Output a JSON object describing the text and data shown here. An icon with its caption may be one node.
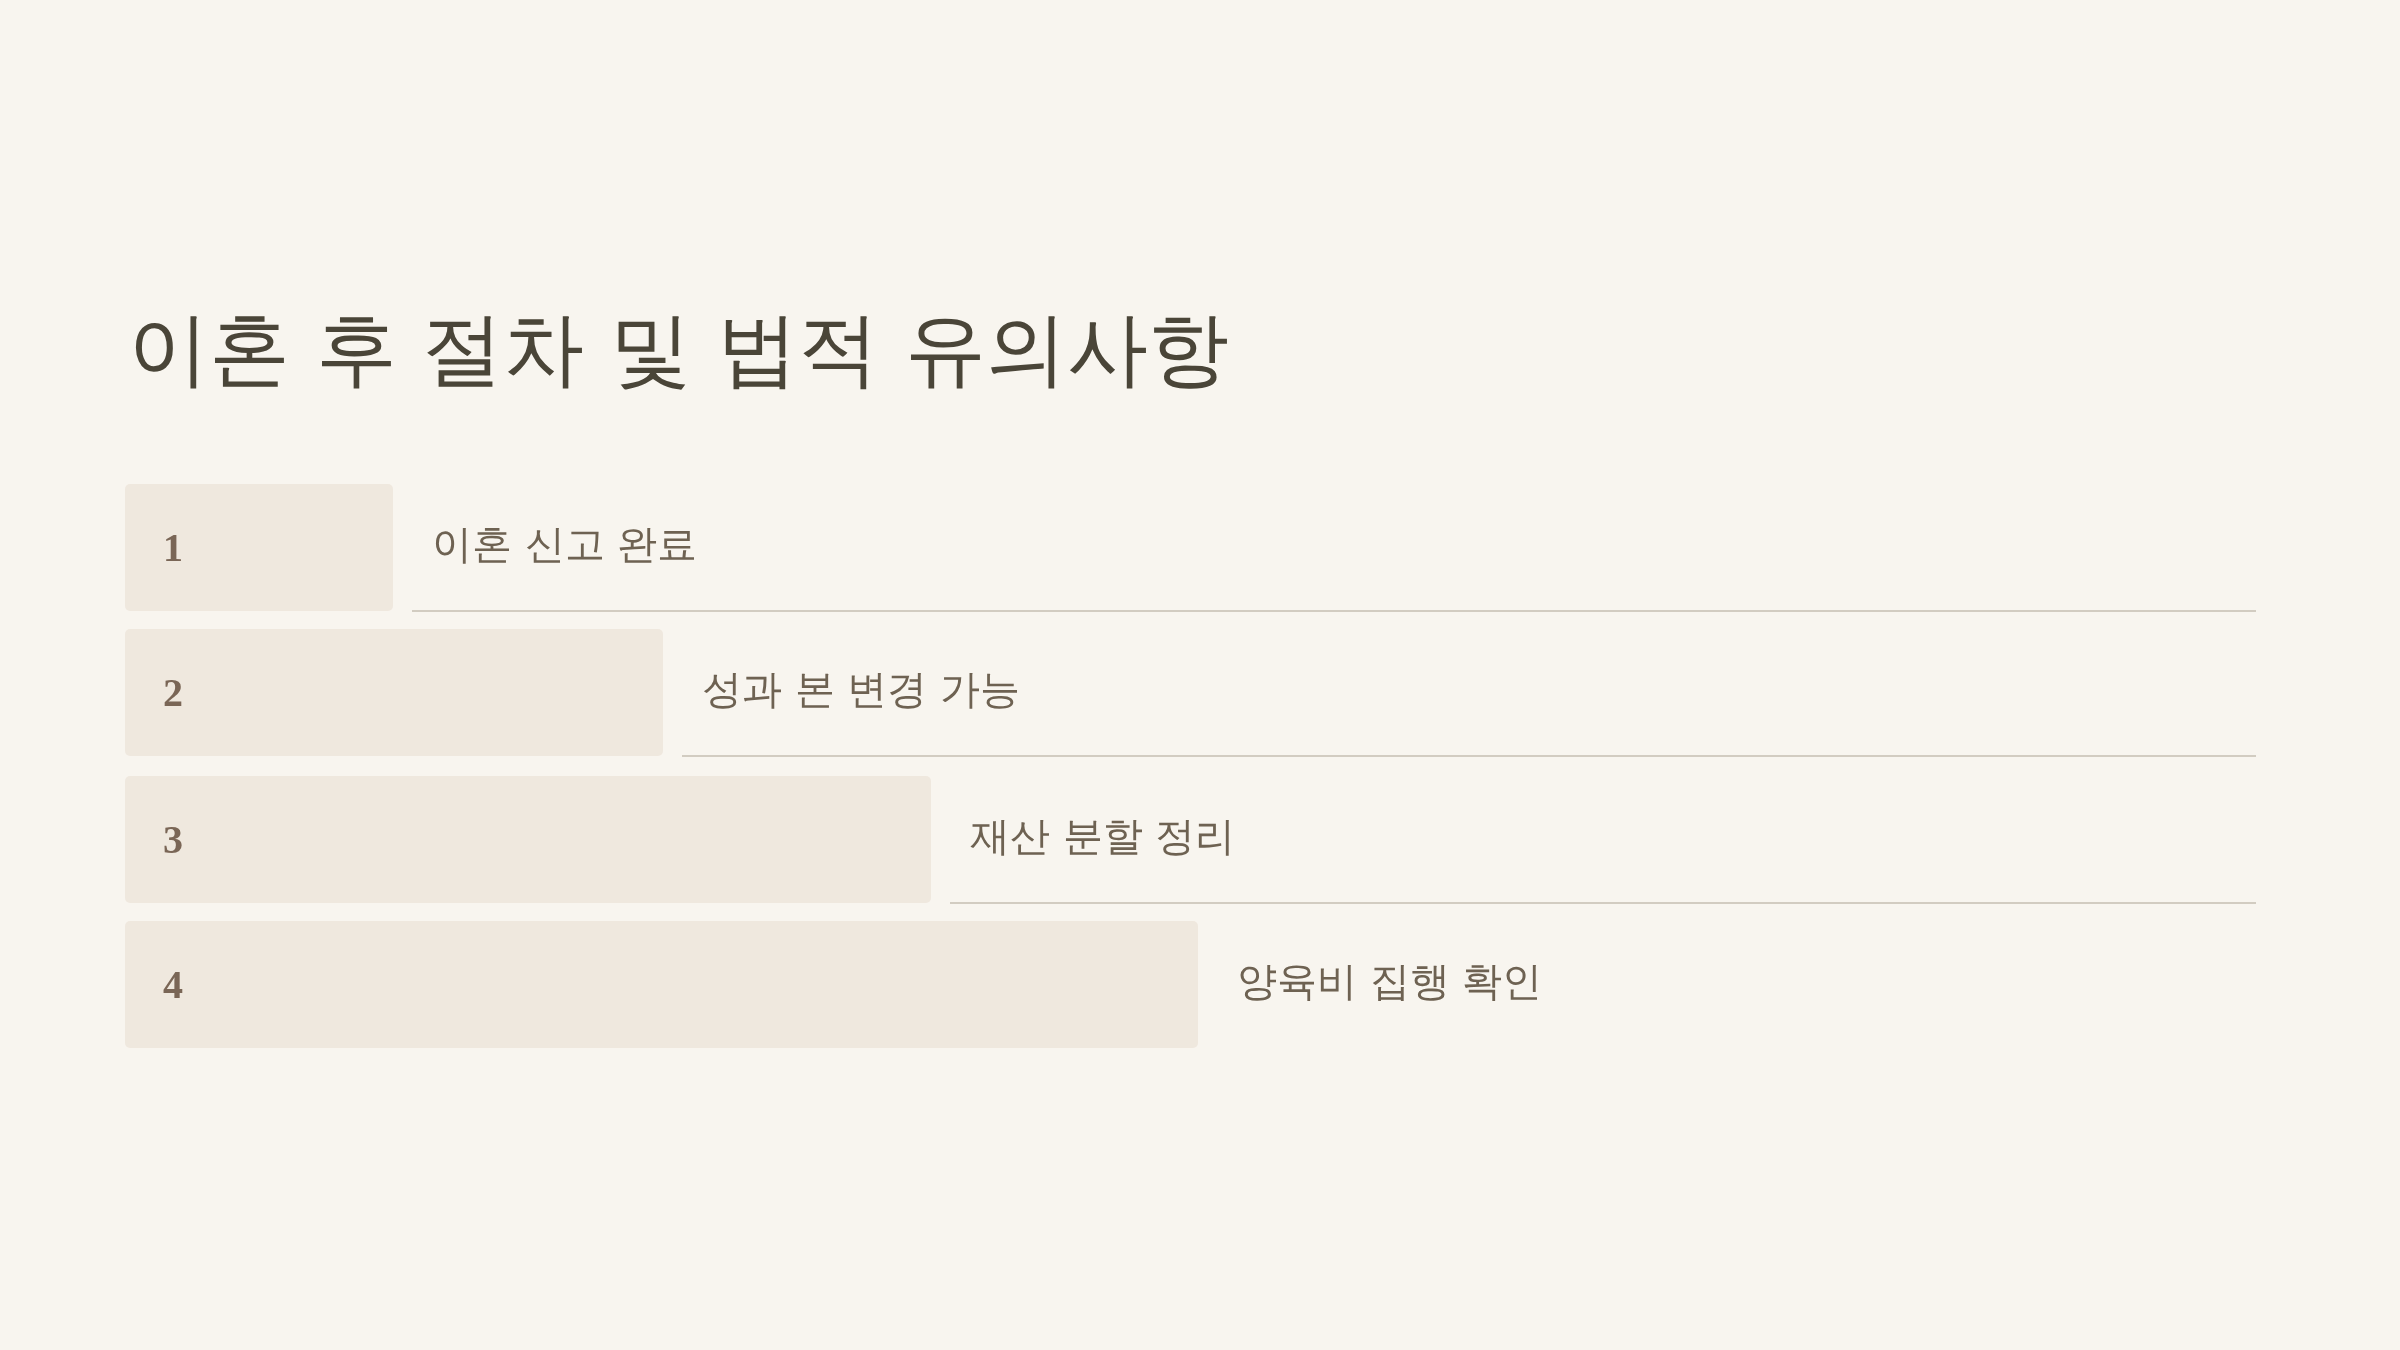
{
  "diagram": {
    "title": "이혼 후 절차 및 법적 유의사항",
    "nodes": [
      {
        "text": [
          "1"
        ],
        "beside": [
          "이혼 신고 완료"
        ]
      },
      {
        "text": [
          "2"
        ],
        "beside": [
          "성과 본 변경 가능"
        ]
      },
      {
        "text": [
          "3"
        ],
        "beside": [
          "재산 분할 정리"
        ]
      },
      {
        "text": [
          "4"
        ],
        "beside": [
          "양육비 집행 확인"
        ]
      }
    ]
  }
}
